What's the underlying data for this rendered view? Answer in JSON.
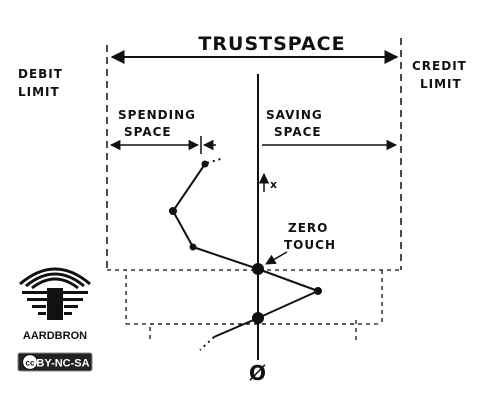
{
  "title": "TRUSTSPACE",
  "left_limit": [
    "DEBIT",
    "LIMIT"
  ],
  "right_limit": [
    "CREDIT",
    "LIMIT"
  ],
  "spending_space": [
    "SPENDING",
    "SPACE"
  ],
  "saving_space": [
    "SAVING",
    "SPACE"
  ],
  "zero_touch": [
    "ZERO",
    "TOUCH"
  ],
  "axis_arrow_label": "x",
  "zero_symbol": "Ø",
  "logo_text": "AARDBRON",
  "license_icon": "cc",
  "license_text": "BY-NC-SA",
  "colors": {
    "ink": "#111111",
    "license_bg": "#222222"
  }
}
